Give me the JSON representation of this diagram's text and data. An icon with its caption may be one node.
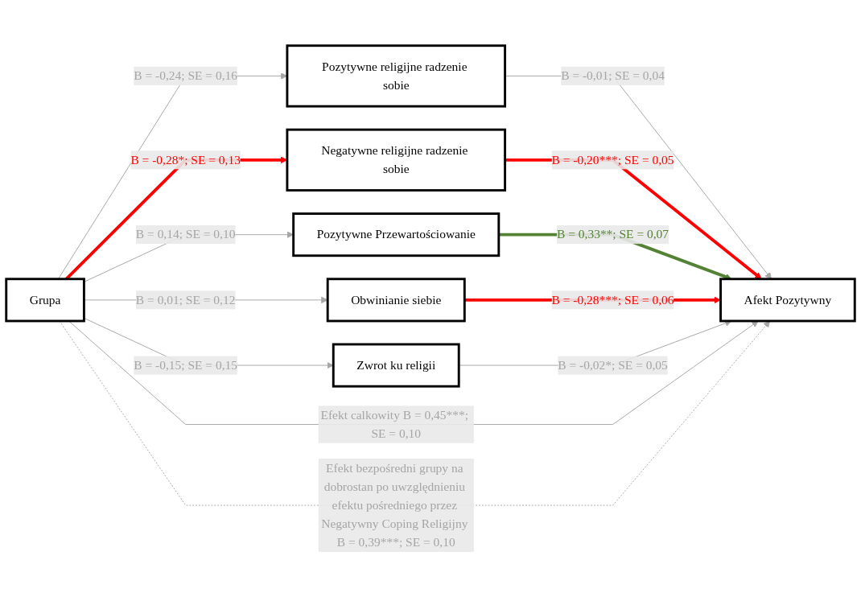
{
  "diagram": {
    "nodes": [
      {
        "text": [
          "Pozytywne religijne radzenie sobie"
        ]
      },
      {
        "text": [
          "Negatywne religijne radzenie sobie"
        ]
      },
      {
        "text": [
          "Pozytywne Przewartościowanie"
        ]
      },
      {
        "text": [
          "Obwinianie siebie"
        ]
      },
      {
        "text": [
          "Zwrot ku religii"
        ]
      },
      {
        "text": [
          "Grupa"
        ]
      },
      {
        "text": [
          "Afekt Pozytywny"
        ]
      }
    ],
    "edges": [
      {
        "from": 5,
        "to": 0,
        "arrow": "to",
        "label": "B = -0,24; SE = 0,16"
      },
      {
        "from": 5,
        "to": 1,
        "arrow": "to",
        "label": "B = -0,28*; SE = 0,13",
        "style": "thick",
        "color": "#ff0000"
      },
      {
        "from": 5,
        "to": 2,
        "arrow": "to",
        "label": "B = 0,14; SE = 0,10"
      },
      {
        "from": 5,
        "to": 3,
        "arrow": "to",
        "label": "B = 0,01; SE = 0,12"
      },
      {
        "from": 5,
        "to": 4,
        "arrow": "to",
        "label": "B = -0,15; SE = 0,15"
      },
      {
        "from": 0,
        "to": 6,
        "arrow": "to",
        "label": "B = -0,01; SE = 0,04"
      },
      {
        "from": 1,
        "to": 6,
        "arrow": "to",
        "label": "B = -0,20***; SE = 0,05",
        "style": "thick",
        "color": "#ff0000"
      },
      {
        "from": 2,
        "to": 6,
        "arrow": "to",
        "label": "B = 0,33**; SE = 0,07",
        "style": "thick",
        "color": "#548235"
      },
      {
        "from": 3,
        "to": 6,
        "arrow": "to",
        "label": "B = -0,28***; SE = 0,06",
        "style": "thick",
        "color": "#ff0000"
      },
      {
        "from": 4,
        "to": 6,
        "arrow": "to",
        "label": "B = -0,02*; SE = 0,05"
      },
      {
        "from": 5,
        "to": 6,
        "arrow": "to",
        "label": "Efekt calkowity B = 0,45***; SE = 0,10"
      },
      {
        "from": 5,
        "to": 6,
        "arrow": "to",
        "label": "Efekt bezpośredni grupy na dobrostan po uwzględnieniu efektu pośredniego przez Negatywny Coping Religijny B = 0,39***; SE = 0,10",
        "style": "dashed"
      }
    ]
  }
}
